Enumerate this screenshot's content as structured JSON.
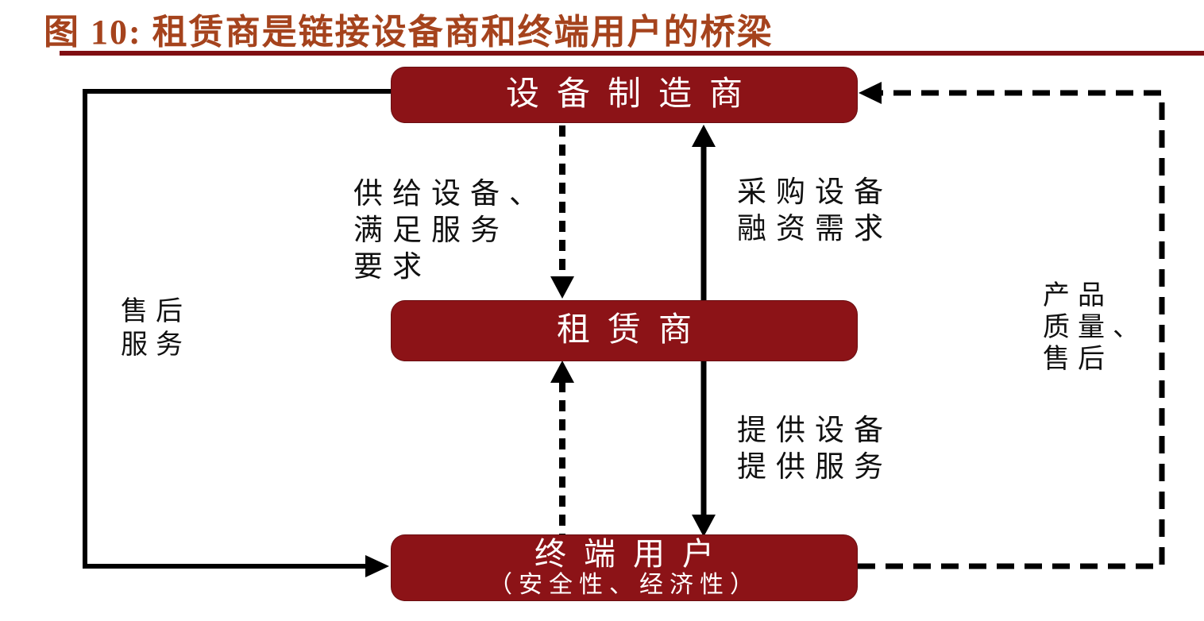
{
  "figure": {
    "title": "图 10:  租赁商是链接设备商和终端用户的桥梁",
    "title_color": "#A5431D",
    "rule_color": "#800E12"
  },
  "colors": {
    "node_bg": "#8C1317",
    "node_text": "#FFFFFF",
    "arrow": "#000000",
    "label_text": "#111111"
  },
  "nodes": {
    "manufacturer": {
      "label": "设备制造商"
    },
    "lessor": {
      "label": "租赁商"
    },
    "end_user": {
      "label": "终端用户",
      "sublabel": "（安全性、经济性）"
    }
  },
  "edges": {
    "supply": {
      "from": "manufacturer",
      "to": "lessor",
      "style": "dashed",
      "direction": "down",
      "label_lines": [
        "供给设备、",
        "满足服务",
        "要求"
      ]
    },
    "finance": {
      "from": "lessor",
      "to": "manufacturer",
      "style": "solid",
      "direction": "up",
      "label_lines": [
        "采购设备",
        "融资需求"
      ]
    },
    "demand": {
      "from": "end_user",
      "to": "lessor",
      "style": "dashed",
      "direction": "up",
      "label_lines": []
    },
    "provide": {
      "from": "lessor",
      "to": "end_user",
      "style": "solid",
      "direction": "down",
      "label_lines": [
        "提供设备",
        "提供服务"
      ]
    },
    "aftersale": {
      "from": "manufacturer",
      "to": "end_user",
      "style": "solid",
      "direction": "left-loop",
      "label_lines": [
        "售后",
        "服务"
      ]
    },
    "feedback": {
      "from": "end_user",
      "to": "manufacturer",
      "style": "dashed",
      "direction": "right-loop",
      "label_lines": [
        "产品",
        "质量、",
        "售后"
      ]
    }
  }
}
